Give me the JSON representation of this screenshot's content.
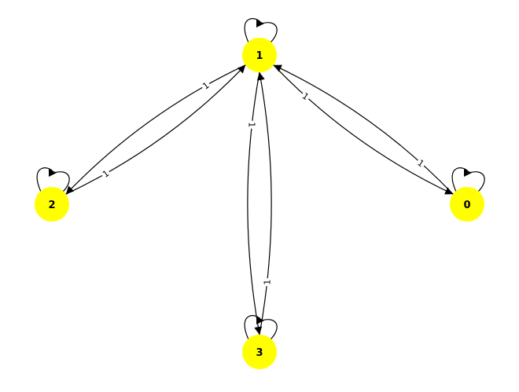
{
  "graph": {
    "directed": true,
    "node_color": "#ffff00",
    "edge_color": "#000000",
    "nodes": [
      {
        "id": "0",
        "label": "0"
      },
      {
        "id": "1",
        "label": "1"
      },
      {
        "id": "2",
        "label": "2"
      },
      {
        "id": "3",
        "label": "3"
      }
    ],
    "edges": [
      {
        "source": "0",
        "target": "0",
        "weight": "1",
        "label_shown": false
      },
      {
        "source": "1",
        "target": "1",
        "weight": "1",
        "label_shown": false
      },
      {
        "source": "2",
        "target": "2",
        "weight": "1",
        "label_shown": false
      },
      {
        "source": "3",
        "target": "3",
        "weight": "1",
        "label_shown": false
      },
      {
        "source": "0",
        "target": "1",
        "weight": "1",
        "label_shown": true
      },
      {
        "source": "1",
        "target": "0",
        "weight": "1",
        "label_shown": true
      },
      {
        "source": "1",
        "target": "2",
        "weight": "1",
        "label_shown": true
      },
      {
        "source": "2",
        "target": "1",
        "weight": "1",
        "label_shown": true
      },
      {
        "source": "1",
        "target": "3",
        "weight": "1",
        "label_shown": true
      },
      {
        "source": "3",
        "target": "1",
        "weight": "1",
        "label_shown": true
      }
    ]
  }
}
